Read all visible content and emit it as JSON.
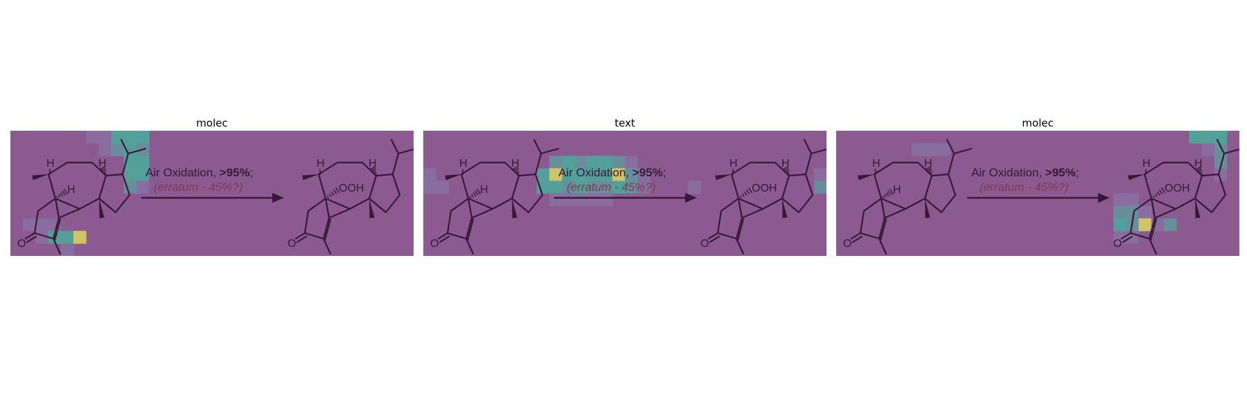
{
  "colors": {
    "background": "#8a5a90",
    "bond": "#2a1028",
    "heat_low": "#8a74a6",
    "heat_mid": "#5c9fa0",
    "heat_high": "#3fb89a",
    "heat_peak": "#e8e85a",
    "erratum": "#7a3848"
  },
  "reaction": {
    "condition_prefix": "Air Oxidation, ",
    "condition_yield": ">95%",
    "condition_suffix": ";",
    "erratum": "(erratum - 45%?)",
    "atoms": {
      "h": "H",
      "o": "O",
      "ooh": "OOH"
    }
  },
  "chart_data": [
    {
      "type": "heatmap",
      "title": "molec",
      "grid": [
        32,
        10
      ],
      "highlight_cells": [
        {
          "col": 7,
          "row": 1,
          "level": 0.25
        },
        {
          "col": 8,
          "row": 1,
          "level": 0.5
        },
        {
          "col": 9,
          "row": 0,
          "level": 0.7
        },
        {
          "col": 8,
          "row": 0,
          "level": 0.6
        },
        {
          "col": 10,
          "row": 0,
          "level": 0.7
        },
        {
          "col": 9,
          "row": 1,
          "level": 0.55
        },
        {
          "col": 10,
          "row": 1,
          "level": 0.45
        },
        {
          "col": 9,
          "row": 2,
          "level": 0.65
        },
        {
          "col": 10,
          "row": 2,
          "level": 0.55
        },
        {
          "col": 9,
          "row": 3,
          "level": 0.7
        },
        {
          "col": 10,
          "row": 3,
          "level": 0.65
        },
        {
          "col": 9,
          "row": 4,
          "level": 0.45
        },
        {
          "col": 10,
          "row": 4,
          "level": 0.35
        },
        {
          "col": 6,
          "row": 0,
          "level": 0.3
        },
        {
          "col": 7,
          "row": 0,
          "level": 0.3
        },
        {
          "col": 1,
          "row": 7,
          "level": 0.25
        },
        {
          "col": 2,
          "row": 7,
          "level": 0.25
        },
        {
          "col": 3,
          "row": 7,
          "level": 0.3
        },
        {
          "col": 3,
          "row": 8,
          "level": 0.65
        },
        {
          "col": 4,
          "row": 8,
          "level": 0.7
        },
        {
          "col": 5,
          "row": 8,
          "level": 1.0
        },
        {
          "col": 4,
          "row": 9,
          "level": 0.3
        },
        {
          "col": 2,
          "row": 8,
          "level": 0.25
        }
      ]
    },
    {
      "type": "heatmap",
      "title": "text",
      "grid": [
        32,
        10
      ],
      "highlight_cells": [
        {
          "col": 10,
          "row": 2,
          "level": 0.4
        },
        {
          "col": 11,
          "row": 2,
          "level": 0.55
        },
        {
          "col": 12,
          "row": 2,
          "level": 0.5
        },
        {
          "col": 13,
          "row": 2,
          "level": 0.6
        },
        {
          "col": 14,
          "row": 2,
          "level": 0.9
        },
        {
          "col": 15,
          "row": 2,
          "level": 0.5
        },
        {
          "col": 16,
          "row": 2,
          "level": 0.35
        },
        {
          "col": 9,
          "row": 3,
          "level": 0.65
        },
        {
          "col": 10,
          "row": 3,
          "level": 1.0
        },
        {
          "col": 11,
          "row": 3,
          "level": 0.6
        },
        {
          "col": 12,
          "row": 3,
          "level": 0.55
        },
        {
          "col": 13,
          "row": 3,
          "level": 0.7
        },
        {
          "col": 14,
          "row": 3,
          "level": 0.55
        },
        {
          "col": 15,
          "row": 3,
          "level": 1.0
        },
        {
          "col": 16,
          "row": 3,
          "level": 0.5
        },
        {
          "col": 17,
          "row": 3,
          "level": 0.3
        },
        {
          "col": 9,
          "row": 4,
          "level": 0.6
        },
        {
          "col": 10,
          "row": 4,
          "level": 0.65
        },
        {
          "col": 11,
          "row": 4,
          "level": 0.5
        },
        {
          "col": 12,
          "row": 4,
          "level": 0.6
        },
        {
          "col": 13,
          "row": 4,
          "level": 0.5
        },
        {
          "col": 14,
          "row": 4,
          "level": 0.45
        },
        {
          "col": 15,
          "row": 4,
          "level": 0.9
        },
        {
          "col": 16,
          "row": 4,
          "level": 0.4
        },
        {
          "col": 10,
          "row": 5,
          "level": 0.3
        },
        {
          "col": 11,
          "row": 5,
          "level": 0.35
        },
        {
          "col": 12,
          "row": 5,
          "level": 0.3
        },
        {
          "col": 13,
          "row": 5,
          "level": 0.3
        },
        {
          "col": 14,
          "row": 5,
          "level": 0.3
        },
        {
          "col": 0,
          "row": 3,
          "level": 0.3
        },
        {
          "col": 0,
          "row": 4,
          "level": 0.35
        },
        {
          "col": 1,
          "row": 4,
          "level": 0.25
        },
        {
          "col": 21,
          "row": 4,
          "level": 0.3
        },
        {
          "col": 31,
          "row": 4,
          "level": 0.45
        },
        {
          "col": 31,
          "row": 3,
          "level": 0.3
        },
        {
          "col": 17,
          "row": 4,
          "level": 0.3
        }
      ]
    },
    {
      "type": "heatmap",
      "title": "molec",
      "grid": [
        32,
        10
      ],
      "highlight_cells": [
        {
          "col": 28,
          "row": 0,
          "level": 0.65
        },
        {
          "col": 29,
          "row": 0,
          "level": 0.65
        },
        {
          "col": 30,
          "row": 0,
          "level": 0.6
        },
        {
          "col": 30,
          "row": 1,
          "level": 0.5
        },
        {
          "col": 30,
          "row": 2,
          "level": 0.45
        },
        {
          "col": 30,
          "row": 3,
          "level": 0.35
        },
        {
          "col": 29,
          "row": 1,
          "level": 0.3
        },
        {
          "col": 22,
          "row": 5,
          "level": 0.3
        },
        {
          "col": 23,
          "row": 5,
          "level": 0.35
        },
        {
          "col": 22,
          "row": 6,
          "level": 0.5
        },
        {
          "col": 23,
          "row": 6,
          "level": 0.45
        },
        {
          "col": 24,
          "row": 6,
          "level": 0.3
        },
        {
          "col": 22,
          "row": 7,
          "level": 0.55
        },
        {
          "col": 23,
          "row": 7,
          "level": 0.45
        },
        {
          "col": 24,
          "row": 7,
          "level": 1.0
        },
        {
          "col": 25,
          "row": 7,
          "level": 0.35
        },
        {
          "col": 26,
          "row": 7,
          "level": 0.4
        },
        {
          "col": 22,
          "row": 8,
          "level": 0.35
        },
        {
          "col": 23,
          "row": 8,
          "level": 0.3
        },
        {
          "col": 6,
          "row": 1,
          "level": 0.25
        },
        {
          "col": 7,
          "row": 1,
          "level": 0.25
        },
        {
          "col": 8,
          "row": 1,
          "level": 0.25
        }
      ]
    }
  ]
}
